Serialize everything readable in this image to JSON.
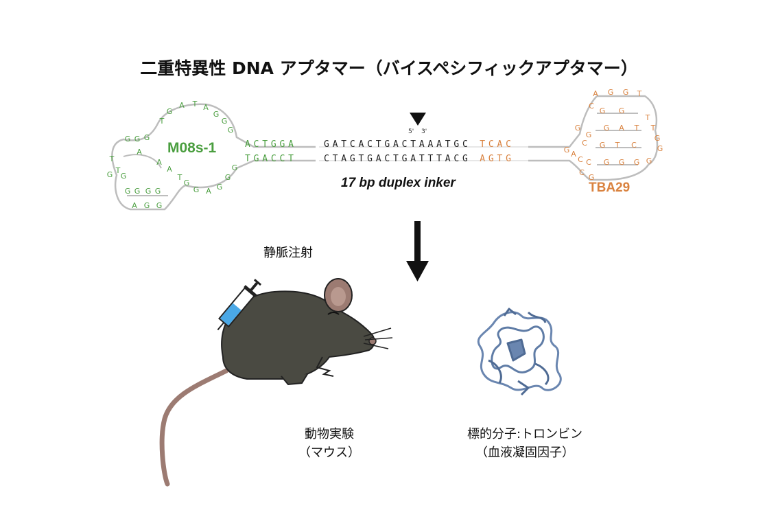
{
  "title": "二重特異性 DNA アプタマー（バイスペシフィックアプタマー）",
  "aptamer_left": {
    "label": "M08s-1",
    "color": "#4a9e3f",
    "stem_top": "ACTGGA",
    "stem_bottom": "TGACCT",
    "loop_letters": [
      "G",
      "G",
      "G",
      "T",
      "G",
      "A",
      "T",
      "A",
      "G",
      "G",
      "G",
      "A",
      "T",
      "T",
      "G",
      "G",
      "G",
      "G",
      "G",
      "G",
      "A",
      "G",
      "G",
      "A",
      "A",
      "T",
      "G",
      "G",
      "A",
      "G",
      "G",
      "G"
    ]
  },
  "aptamer_right": {
    "label": "TBA29",
    "color": "#d9823f",
    "stem_top": "TCAC",
    "stem_bottom": "AGTG",
    "loop_letters": [
      "A",
      "G",
      "G",
      "T",
      "C",
      "G",
      "G",
      "T",
      "T",
      "G",
      "G",
      "G",
      "A",
      "T",
      "G",
      "G",
      "G",
      "T",
      "C",
      "G",
      "G",
      "G",
      "G",
      "C",
      "C",
      "G",
      "C",
      "A",
      "G",
      "C"
    ]
  },
  "linker": {
    "top_strand": "GATCACTGACTAAATGC",
    "bottom_strand": "CTAGTGACTGATTTACG",
    "label": "17 bp duplex inker",
    "end5": "5'",
    "end3": "3'",
    "cut_marker_icon": "triangle-down-icon"
  },
  "flow_arrow_icon": "arrow-down-icon",
  "injection": {
    "label": "静脈注射",
    "syringe_icon": "syringe-icon",
    "fluid_color": "#4aa8e6"
  },
  "animal": {
    "label_line1": "動物実験",
    "label_line2": "（マウス）",
    "mouse_icon": "mouse-icon",
    "body_color": "#4a4a42",
    "ear_tail_color": "#9c7b72"
  },
  "target": {
    "label_line1": "標的分子:トロンビン",
    "label_line2": "（血液凝固因子）",
    "protein_icon": "protein-structure-icon",
    "protein_color": "#6a86b0"
  }
}
